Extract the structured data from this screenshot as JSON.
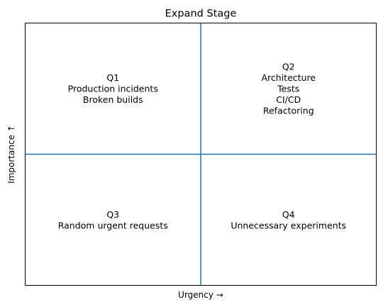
{
  "chart_data": {
    "type": "scatter",
    "title": "Expand Stage",
    "xlabel": "Urgency →",
    "ylabel": "Importance ↑",
    "xlim": [
      0,
      1
    ],
    "ylim": [
      0,
      1
    ],
    "grid": false,
    "divider_color": "#1f77b4",
    "dividers": {
      "x": 0.5,
      "y": 0.5
    },
    "quadrants": [
      {
        "id": "Q1",
        "x": 0.25,
        "y": 0.75,
        "lines": [
          "Q1",
          "Production incidents",
          "Broken builds"
        ]
      },
      {
        "id": "Q2",
        "x": 0.75,
        "y": 0.75,
        "lines": [
          "Q2",
          "Architecture",
          "Tests",
          "CI/CD",
          "Refactoring"
        ]
      },
      {
        "id": "Q3",
        "x": 0.25,
        "y": 0.25,
        "lines": [
          "Q3",
          "Random urgent requests"
        ]
      },
      {
        "id": "Q4",
        "x": 0.75,
        "y": 0.25,
        "lines": [
          "Q4",
          "Unnecessary experiments"
        ]
      }
    ]
  }
}
